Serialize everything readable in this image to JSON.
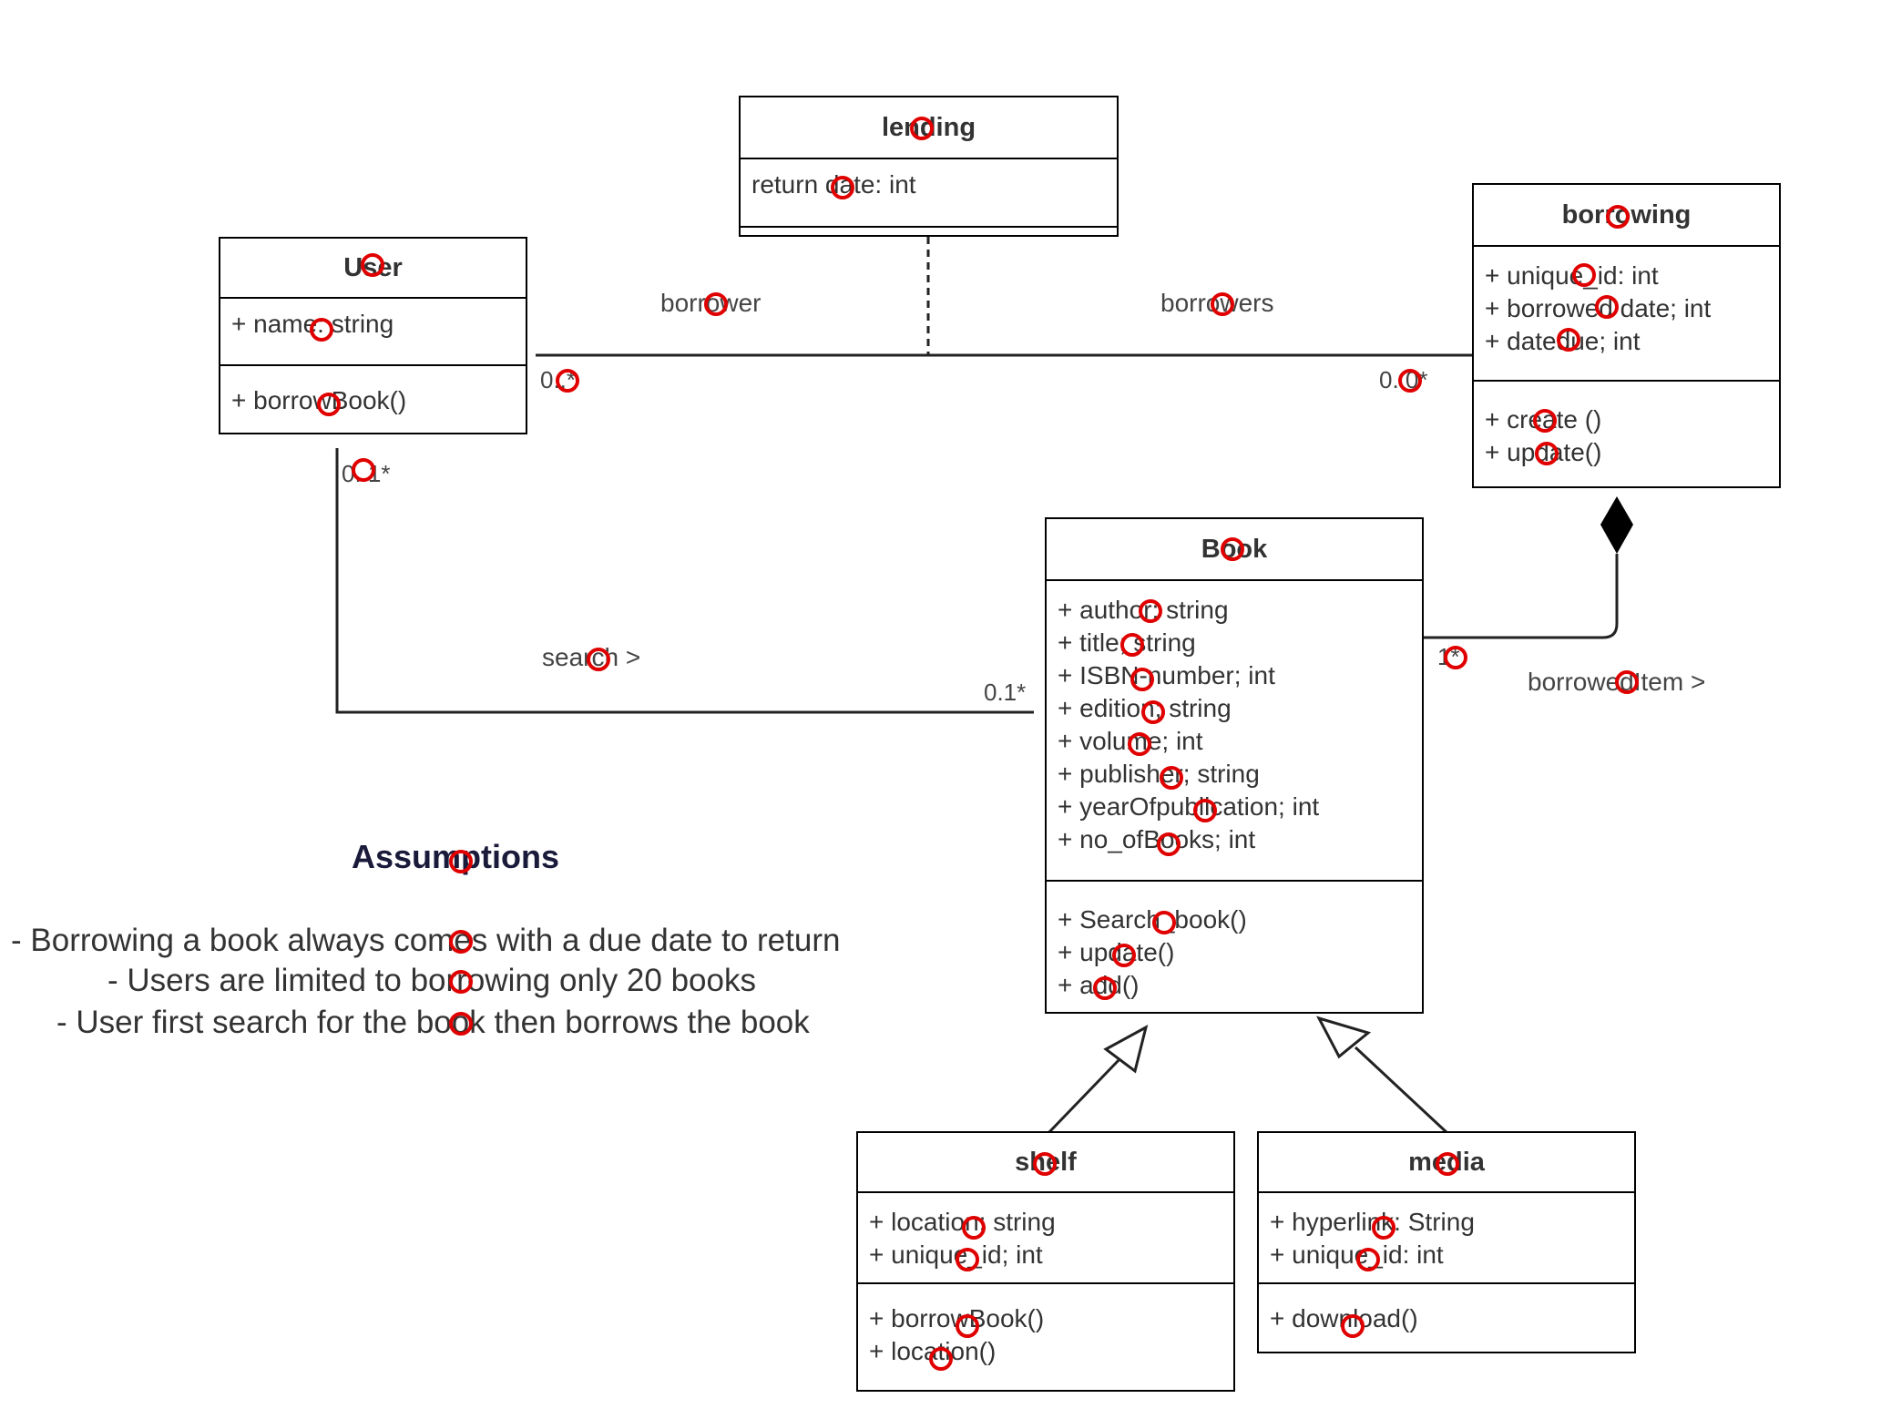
{
  "classes": {
    "lending": {
      "name": "lending",
      "attributes": [
        "return date: int"
      ]
    },
    "user": {
      "name": "User",
      "attributes": [
        "+ name: string"
      ],
      "methods": [
        "+ borrowBook()"
      ]
    },
    "borrowing": {
      "name": "borrowing",
      "attributes": [
        "+ unique_id: int",
        "+ borrowed date; int",
        "+ datedue; int"
      ],
      "methods": [
        "+ create ()",
        "+ update()"
      ]
    },
    "book": {
      "name": "Book",
      "attributes": [
        "+ author; string",
        "+ title; string",
        "+ ISBN-number; int",
        "+ edition; string",
        "+ volume; int",
        "+ publisher; string",
        "+ yearOfpublication; int",
        "+ no_ofBooks; int"
      ],
      "methods": [
        "+ Search_book()",
        "+ update()",
        "+ add()"
      ]
    },
    "shelf": {
      "name": "shelf",
      "attributes": [
        "+ location; string",
        "+ unique_id; int"
      ],
      "methods": [
        "+ borrowBook()",
        "+ location()"
      ]
    },
    "media": {
      "name": "media",
      "attributes": [
        "+ hyperlink: String",
        "+ unique_id: int"
      ],
      "methods": [
        "+ download()"
      ]
    }
  },
  "labels": {
    "borrower": "borrower",
    "borrowers": "borrowers",
    "mult_user_right": "0..*",
    "mult_borrowing_left": "0..0*",
    "mult_user_bottom": "0..1*",
    "search": "search >",
    "mult_book_left": "0.1*",
    "mult_book_right": "1*",
    "borrowed_item": "borrowedItem >"
  },
  "assumptions": {
    "title": "Assumptions",
    "lines": [
      "- Borrowing a book always comes with a due date to return",
      "- Users are limited to borrowing only 20 books",
      "- User first search for the book then borrows the book"
    ]
  }
}
